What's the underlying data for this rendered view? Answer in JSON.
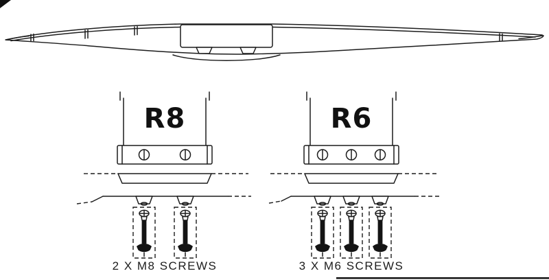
{
  "colors": {
    "line": "#1c1c1c",
    "background": "#ffffff",
    "screw_fill": "#141414"
  },
  "diagrams": {
    "left": {
      "model": "R8",
      "caption": "2 X M8 SCREWS",
      "screw_count": 2,
      "screw_size": "M8"
    },
    "right": {
      "model": "R6",
      "caption": "3 X M6 SCREWS",
      "screw_count": 3,
      "screw_size": "M6"
    }
  }
}
